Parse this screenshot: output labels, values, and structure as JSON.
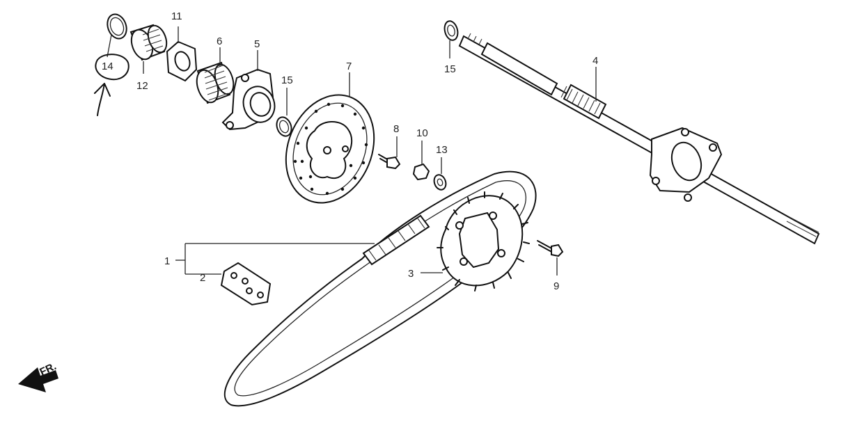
{
  "labels": {
    "p14": "14",
    "p12": "12",
    "p11": "11",
    "p6": "6",
    "p5": "5",
    "p15a": "15",
    "p7": "7",
    "p8": "8",
    "p10": "10",
    "p13": "13",
    "p15b": "15",
    "p4": "4",
    "p1": "1",
    "p2": "2",
    "p3": "3",
    "p9": "9"
  },
  "direction_marker": "FR."
}
